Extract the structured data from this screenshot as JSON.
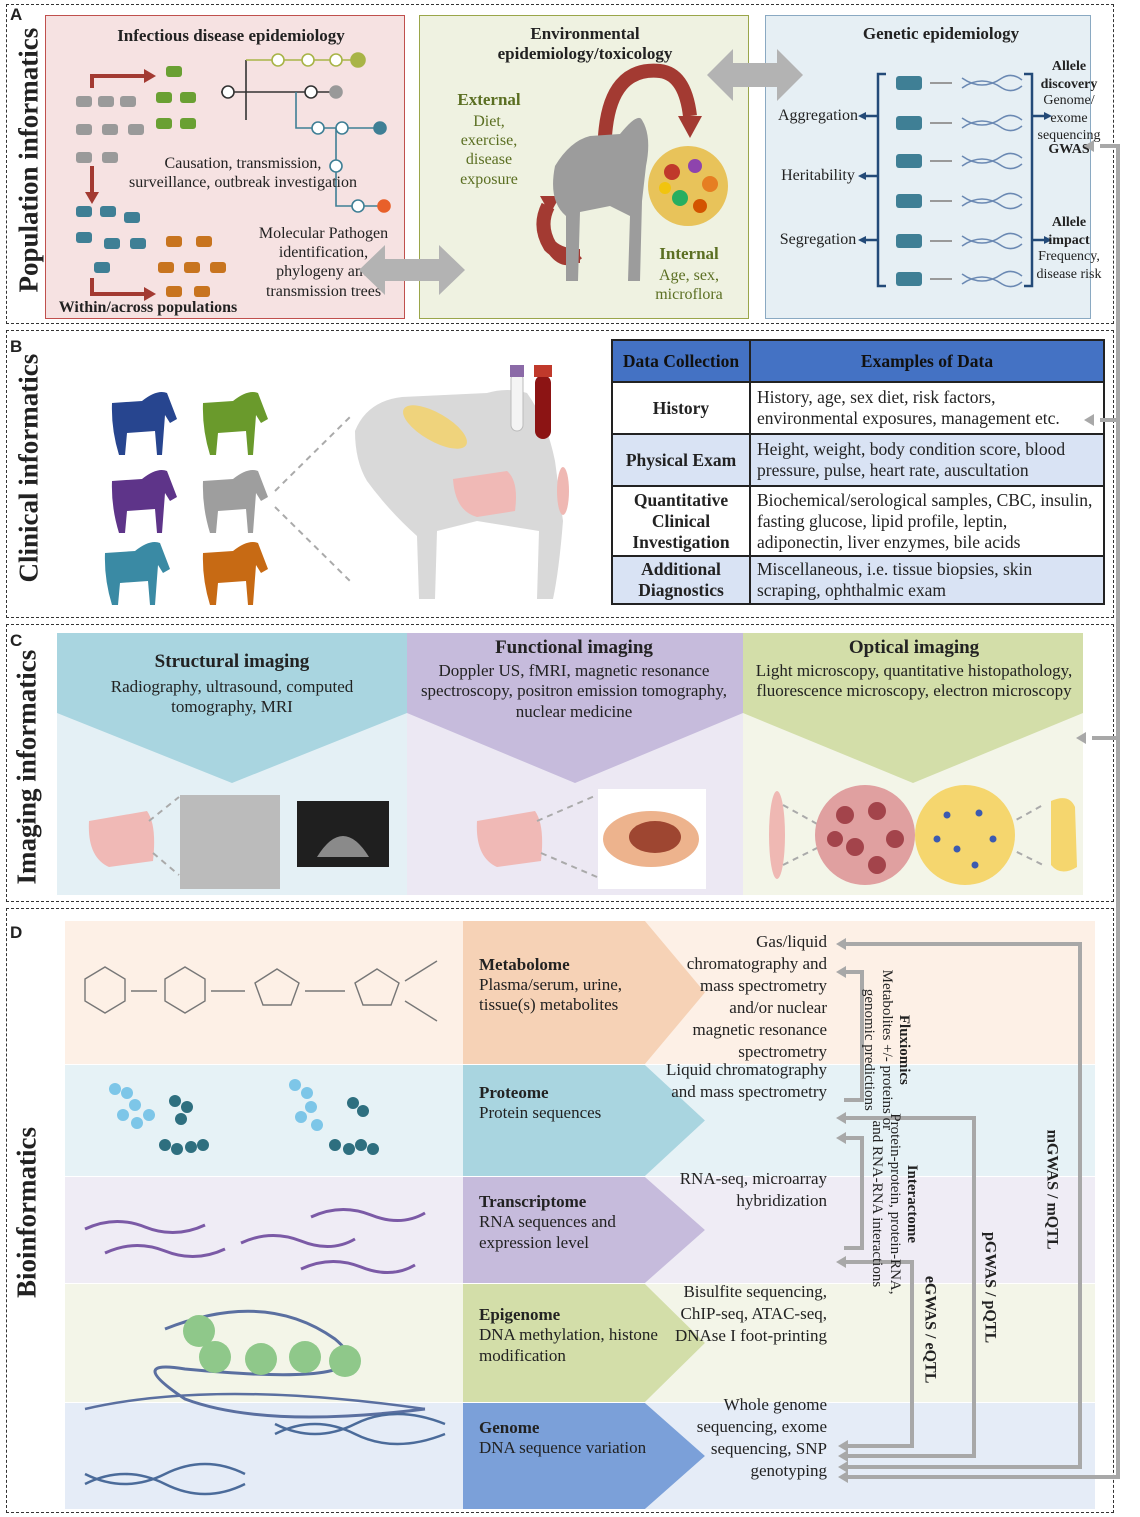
{
  "panels": {
    "A": {
      "letter": "A",
      "title": "Population informatics",
      "infectious": {
        "title": "Infectious disease epidemiology",
        "causation": "Causation, transmission, surveillance, outbreak investigation",
        "populations": "Within/across populations",
        "molecular": "Molecular Pathogen identification, phylogeny and transmission trees"
      },
      "environmental": {
        "title": "Environmental epidemiology/toxicology",
        "external_title": "External",
        "external_text": "Diet, exercise, disease exposure",
        "internal_title": "Internal",
        "internal_text": "Age, sex, microflora"
      },
      "genetic": {
        "title": "Genetic epidemiology",
        "aggregation": "Aggregation",
        "heritability": "Heritability",
        "segregation": "Segregation",
        "allele_discovery_title": "Allele discovery",
        "allele_discovery_text": "Genome/ exome sequencing",
        "gwas": "GWAS",
        "allele_impact_title": "Allele impact",
        "allele_impact_text": "Frequency, disease risk"
      }
    },
    "B": {
      "letter": "B",
      "title": "Clinical informatics",
      "table": {
        "headers": [
          "Data Collection",
          "Examples of Data"
        ],
        "rows": [
          {
            "label": "History",
            "text": "History, age, sex diet, risk factors, environmental exposures, management etc."
          },
          {
            "label": "Physical Exam",
            "text": "Height, weight, body condition score, blood pressure, pulse, heart rate, auscultation"
          },
          {
            "label": "Quantitative Clinical Investigation",
            "text": "Biochemical/serological samples, CBC, insulin, fasting glucose, lipid profile, leptin, adiponectin, liver enzymes, bile acids"
          },
          {
            "label": "Additional Diagnostics",
            "text": "Miscellaneous, i.e. tissue biopsies, skin scraping, ophthalmic exam"
          }
        ]
      }
    },
    "C": {
      "letter": "C",
      "title": "Imaging informatics",
      "structural": {
        "title": "Structural imaging",
        "text": "Radiography, ultrasound, computed tomography, MRI"
      },
      "functional": {
        "title": "Functional imaging",
        "text": "Doppler US, fMRI, magnetic resonance spectroscopy, positron emission tomography, nuclear medicine"
      },
      "optical": {
        "title": "Optical imaging",
        "text": "Light microscopy, quantitative histopathology, fluorescence microscopy, electron microscopy"
      }
    },
    "D": {
      "letter": "D",
      "title": "Bioinformatics",
      "omics": [
        {
          "name": "Metabolome",
          "desc": "Plasma/serum, urine, tissue(s) metabolites",
          "method": "Gas/liquid chromatography and mass spectrometry and/or nuclear magnetic resonance spectrometry",
          "bg": "#fdf0e6",
          "band": "#f6d2b6"
        },
        {
          "name": "Proteome",
          "desc": "Protein sequences",
          "method": "Liquid chromatography and mass spectrometry",
          "bg": "#e6f2f6",
          "band": "#a9d5e0"
        },
        {
          "name": "Transcriptome",
          "desc": "RNA sequences and expression level",
          "method": "RNA-seq, microarray hybridization",
          "bg": "#efecf5",
          "band": "#c6bbdc"
        },
        {
          "name": "Epigenome",
          "desc": "DNA methylation, histone modification",
          "method": "Bisulfite sequencing, ChIP-seq, ATAC-seq, DNAse I foot-printing",
          "bg": "#f3f5e8",
          "band": "#d3dea9"
        },
        {
          "name": "Genome",
          "desc": "DNA sequence variation",
          "method": "Whole genome sequencing, exome sequencing, SNP genotyping",
          "bg": "#e5ecf7",
          "band": "#7ba0d9"
        }
      ],
      "fluxiomics_title": "Fluxiomics",
      "fluxiomics_text": "Metabolites +/- proteins or genomic predictions",
      "interactome_title": "Interactome",
      "interactome_text": "Protein-protein, protein-RNA, and RNA-RNA interactions",
      "egwas": "eGWAS / eQTL",
      "pgwas": "pGWAS / pQTL",
      "mgwas": "mGWAS / mQTL"
    }
  },
  "colors": {
    "infectious_bg": "#f6e2e2",
    "environmental_bg": "#eff2e1",
    "genetic_bg": "#e6eff4",
    "table_header": "#4472c4",
    "table_row": "#d9e3f4",
    "structural": "#a9d5e0",
    "functional": "#c6bbdc",
    "optical": "#d3dea9",
    "arrow_gray": "#b3b3b3"
  }
}
